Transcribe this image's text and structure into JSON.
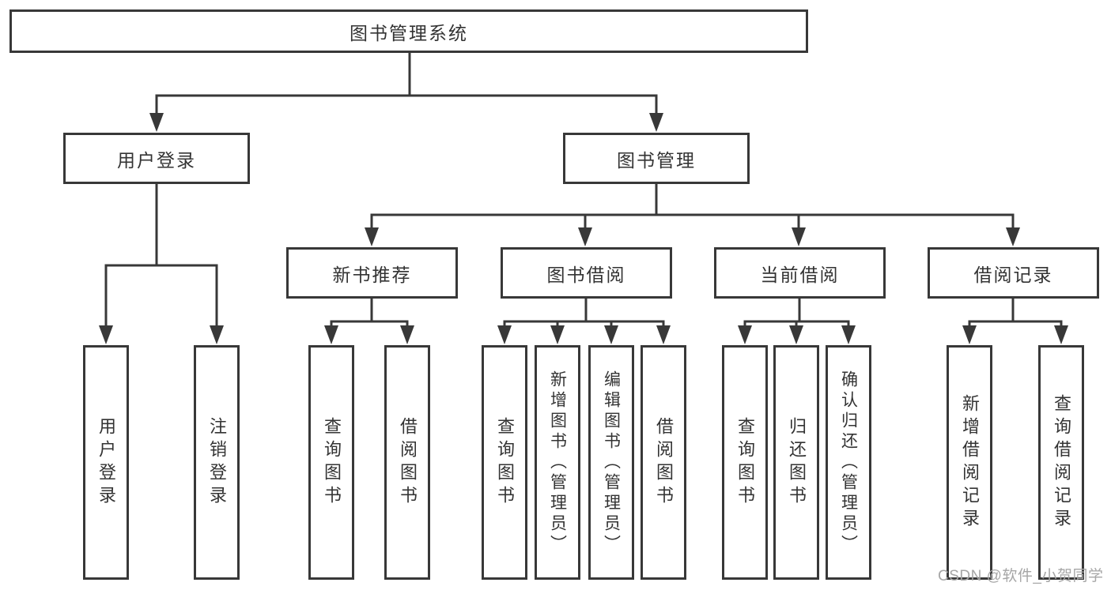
{
  "diagram": {
    "root": {
      "label": "图书管理系统"
    },
    "branches": [
      {
        "label": "用户登录",
        "children": [
          {
            "label": "用户登录"
          },
          {
            "label": "注销登录"
          }
        ]
      },
      {
        "label": "图书管理",
        "children": [
          {
            "label": "新书推荐",
            "children": [
              {
                "label": "查询图书"
              },
              {
                "label": "借阅图书"
              }
            ]
          },
          {
            "label": "图书借阅",
            "children": [
              {
                "label": "查询图书"
              },
              {
                "label": "新增图书（管理员）"
              },
              {
                "label": "编辑图书（管理员）"
              },
              {
                "label": "借阅图书"
              }
            ]
          },
          {
            "label": "当前借阅",
            "children": [
              {
                "label": "查询图书"
              },
              {
                "label": "归还图书"
              },
              {
                "label": "确认归还（管理员）"
              }
            ]
          },
          {
            "label": "借阅记录",
            "children": [
              {
                "label": "新增借阅记录"
              },
              {
                "label": "查询借阅记录"
              }
            ]
          }
        ]
      }
    ]
  },
  "watermark": "CSDN @软件_小贺同学",
  "colors": {
    "line": "#383838",
    "text": "#333333",
    "watermark": "#a6a6a6",
    "background": "#ffffff"
  }
}
